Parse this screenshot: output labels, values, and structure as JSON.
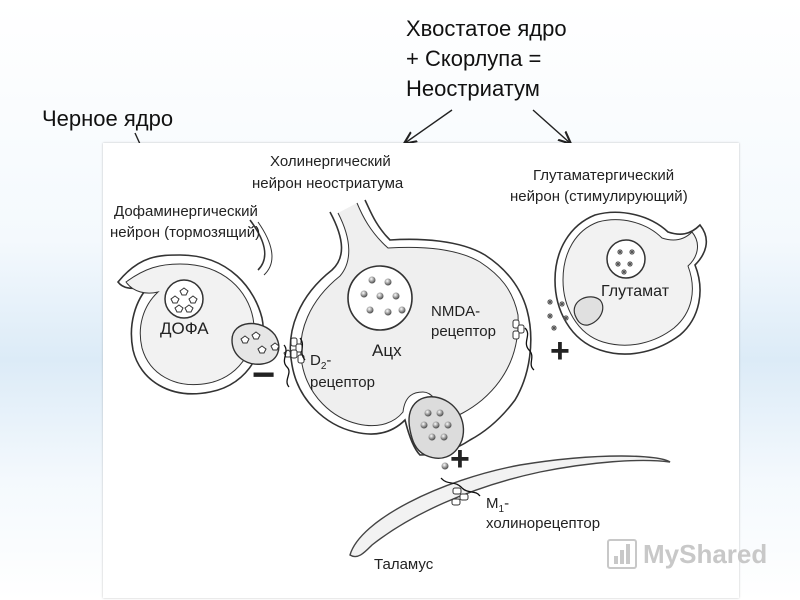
{
  "title_lines": [
    "Хвостатое ядро",
    "+ Скорлупа =",
    "Неостриатум"
  ],
  "black_nucleus_label": "Черное ядро",
  "diagram": {
    "cholinergic_title": [
      "Холинергический",
      "нейрон неостриатума"
    ],
    "dopaminergic_title": [
      "Дофаминергический",
      "нейрон (тормозящий)"
    ],
    "glutamatergic_title": [
      "Глутаматергический",
      "нейрон (стимулирующий)"
    ],
    "dopa_label": "ДОФА",
    "ach_label": "Ацх",
    "glutamate_label": "Глутамат",
    "nmda_label": [
      "NMDA-",
      "рецептор"
    ],
    "d2_label": [
      "D",
      "2",
      "-",
      "рецептор"
    ],
    "m1_label": [
      "M",
      "1",
      "-",
      "холинорецептор"
    ],
    "thalamus_label": "Таламус",
    "minus_sign": "−",
    "plus_sign": "+"
  },
  "watermark": {
    "text": "MyShared",
    "icon": "bar-chart-icon"
  }
}
